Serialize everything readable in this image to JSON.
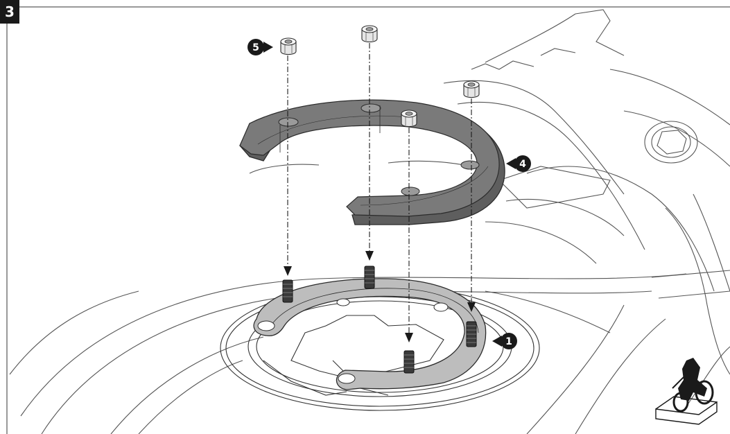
{
  "step": {
    "number": "3"
  },
  "callouts": [
    {
      "id": "ring-adapter",
      "label": "4"
    },
    {
      "id": "bolt-nut",
      "label": "5"
    },
    {
      "id": "tank-ring",
      "label": "1"
    }
  ],
  "colors": {
    "ink": "#1a1a1a",
    "ring_dark": "#7a7a7a",
    "ring_dark_shade": "#5e5e5e",
    "ring_light": "#bdbdbd",
    "nut": "#e6e6e6",
    "bolt": "#3a3a3a",
    "outline": "#2b2b2b"
  },
  "icons": {
    "badge_icon": "motorcycle-tank-icon"
  }
}
